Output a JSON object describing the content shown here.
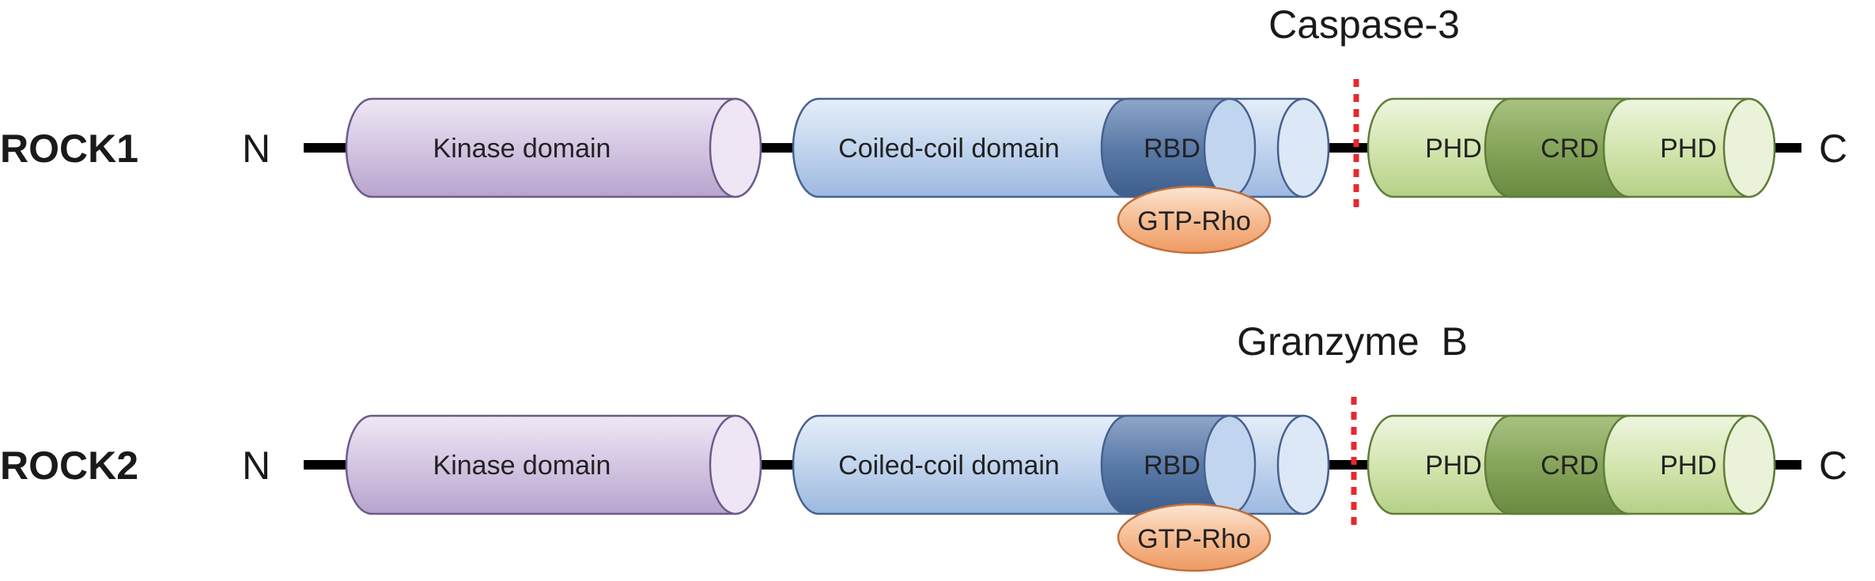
{
  "proteins": [
    {
      "name": "ROCK1",
      "n_term": "N",
      "c_term": "C",
      "cleavage_enzyme": "Caspase-3",
      "domains": {
        "kinase": "Kinase domain",
        "coiled_coil": "Coiled-coil domain",
        "rbd": "RBD",
        "phd1": "PHD",
        "crd": "CRD",
        "phd2": "PHD"
      },
      "binder": "GTP-Rho"
    },
    {
      "name": "ROCK2",
      "n_term": "N",
      "c_term": "C",
      "cleavage_enzyme": "Granzyme  B",
      "domains": {
        "kinase": "Kinase domain",
        "coiled_coil": "Coiled-coil domain",
        "rbd": "RBD",
        "phd1": "PHD",
        "crd": "CRD",
        "phd2": "PHD"
      },
      "binder": "GTP-Rho"
    }
  ],
  "colors": {
    "kinase": "#d9cde6",
    "kinase_stroke": "#6e5a8a",
    "coiled_coil": "#c4d6ee",
    "rbd": "#4f6f9f",
    "cc_stroke": "#46618f",
    "phd": "#d6e6b4",
    "crd": "#84a35a",
    "c_stroke": "#5f7d3a",
    "gtp_rho": "#f4b084",
    "gtp_rho_stroke": "#c0703a",
    "cleavage_line": "#e8282d",
    "backbone": "#000000"
  }
}
